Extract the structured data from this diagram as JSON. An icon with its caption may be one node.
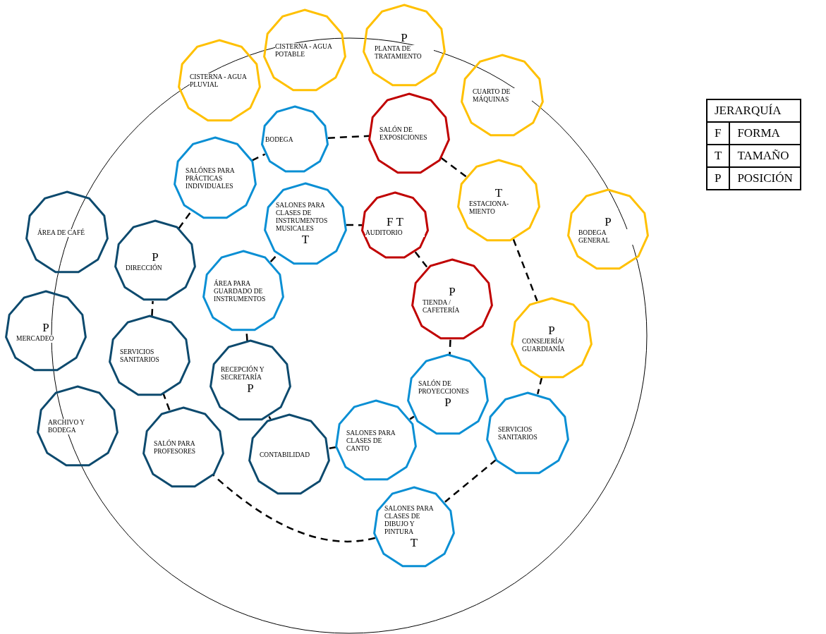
{
  "diagram": {
    "nodes": [
      {
        "text": [
          "CISTERNA - AGUA POTABLE"
        ]
      },
      {
        "text": [
          "P",
          "PLANTA DE TRATAMIENTO"
        ]
      },
      {
        "text": [
          "CISTERNA - AGUA PLUVIAL"
        ]
      },
      {
        "text": [
          "CUARTO DE MÁQUINAS"
        ]
      },
      {
        "text": [
          "BODEGA"
        ]
      },
      {
        "text": [
          "SALÓN DE EXPOSICIONES"
        ]
      },
      {
        "text": [
          "SALÓNES PARA PRÁCTICAS INDIVIDUALES"
        ]
      },
      {
        "text": [
          "T",
          "ESTACIONA- MIENTO"
        ]
      },
      {
        "text": [
          "P",
          "BODEGA GENERAL"
        ]
      },
      {
        "text": [
          "SALONES PARA CLASES DE INSTRUMENTOS MUSICALES",
          "T"
        ]
      },
      {
        "text": [
          "F T",
          "AUDITORIO"
        ]
      },
      {
        "text": [
          "ÁREA DE CAFÉ"
        ]
      },
      {
        "text": [
          "P",
          "DIRECCIÓN"
        ]
      },
      {
        "text": [
          "ÁREA PARA GUARDADO DE INSTRUMENTOS"
        ]
      },
      {
        "text": [
          "P",
          "TIENDA / CAFETERÍA"
        ]
      },
      {
        "text": [
          "P",
          "MERCADEO"
        ]
      },
      {
        "text": [
          "P",
          "CONSEJERÍA/ GUARDIANÍA"
        ]
      },
      {
        "text": [
          "SERVICIOS SANITARIOS"
        ]
      },
      {
        "text": [
          "RECEPCIÓN Y SECRETARÍA",
          "P"
        ]
      },
      {
        "text": [
          "SALÓN DE PROYECCIONES",
          "P"
        ]
      },
      {
        "text": [
          "ARCHIVO Y BODEGA"
        ]
      },
      {
        "text": [
          "SERVICIOS SANITARIOS"
        ]
      },
      {
        "text": [
          "SALÓN PARA PROFESORES"
        ]
      },
      {
        "text": [
          "CONTABILIDAD"
        ]
      },
      {
        "text": [
          "SALONES PARA CLASES DE CANTO"
        ]
      },
      {
        "text": [
          "SALONES PARA CLASES DE DIBUJO Y PINTURA",
          "T"
        ]
      }
    ],
    "edges": [
      {
        "from": 9,
        "to": 10,
        "arrow": "none",
        "style": "dashed"
      },
      {
        "from": 10,
        "to": 14,
        "arrow": "none",
        "style": "dashed"
      },
      {
        "from": 14,
        "to": 19,
        "arrow": "none",
        "style": "dashed"
      },
      {
        "from": 19,
        "to": 24,
        "arrow": "none",
        "style": "dashed"
      },
      {
        "from": 24,
        "to": 23,
        "arrow": "none",
        "style": "dashed"
      },
      {
        "from": 23,
        "to": 18,
        "arrow": "none",
        "style": "dashed"
      },
      {
        "from": 18,
        "to": 13,
        "arrow": "none",
        "style": "dashed"
      },
      {
        "from": 13,
        "to": 9,
        "arrow": "none",
        "style": "dashed"
      },
      {
        "from": 4,
        "to": 5,
        "arrow": "none",
        "style": "dashed"
      },
      {
        "from": 5,
        "to": 7,
        "arrow": "none",
        "style": "dashed"
      },
      {
        "from": 7,
        "to": 16,
        "arrow": "none",
        "style": "dashed"
      },
      {
        "from": 16,
        "to": 21,
        "arrow": "none",
        "style": "dashed"
      },
      {
        "from": 21,
        "to": 25,
        "arrow": "none",
        "style": "dashed"
      },
      {
        "from": 25,
        "to": 22,
        "arrow": "none",
        "style": "dashed"
      },
      {
        "from": 22,
        "to": 17,
        "arrow": "none",
        "style": "dashed"
      },
      {
        "from": 17,
        "to": 12,
        "arrow": "none",
        "style": "dashed"
      },
      {
        "from": 12,
        "to": 6,
        "arrow": "none",
        "style": "dashed"
      },
      {
        "from": 6,
        "to": 4,
        "arrow": "none",
        "style": "dashed"
      }
    ],
    "labels": [
      "JERARQUÍA",
      "F",
      "FORMA",
      "T",
      "TAMAÑO",
      "P",
      "POSICIÓN"
    ]
  }
}
